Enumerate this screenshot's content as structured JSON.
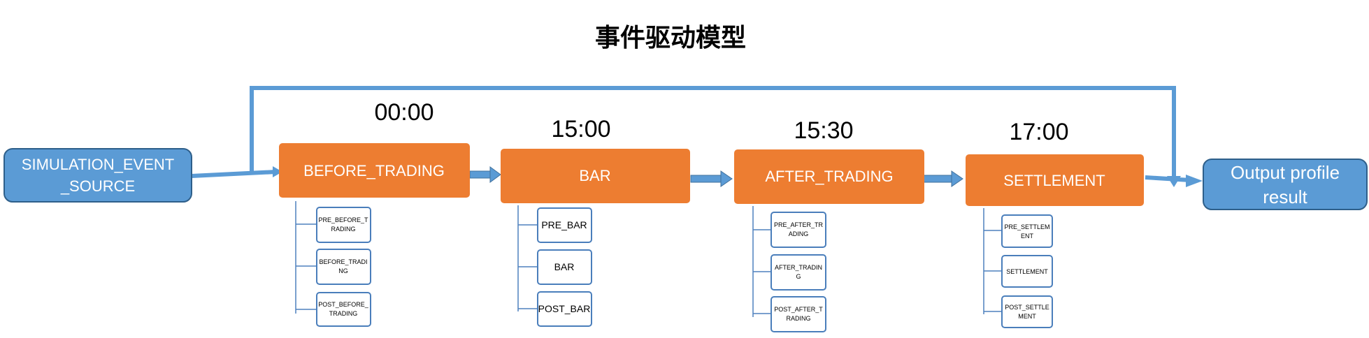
{
  "title": "事件驱动模型",
  "source_node": {
    "label_line1": "SIMULATION_EVENT",
    "label_line2": "_SOURCE"
  },
  "output_node": {
    "label_line1": "Output profile",
    "label_line2": "result"
  },
  "stages": [
    {
      "time": "00:00",
      "label": "BEFORE_TRADING",
      "events": [
        {
          "line1": "PRE_BEFORE_T",
          "line2": "RADING"
        },
        {
          "line1": "BEFORE_TRADI",
          "line2": "NG"
        },
        {
          "line1": "POST_BEFORE_",
          "line2": "TRADING"
        }
      ]
    },
    {
      "time": "15:00",
      "label": "BAR",
      "events": [
        {
          "line1": "PRE_BAR",
          "line2": ""
        },
        {
          "line1": "BAR",
          "line2": ""
        },
        {
          "line1": "POST_BAR",
          "line2": ""
        }
      ]
    },
    {
      "time": "15:30",
      "label": "AFTER_TRADING",
      "events": [
        {
          "line1": "PRE_AFTER_TR",
          "line2": "ADING"
        },
        {
          "line1": "AFTER_TRADIN",
          "line2": "G"
        },
        {
          "line1": "POST_AFTER_T",
          "line2": "RADING"
        }
      ]
    },
    {
      "time": "17:00",
      "label": "SETTLEMENT",
      "events": [
        {
          "line1": "PRE_SETTLEM",
          "line2": "ENT"
        },
        {
          "line1": "SETTLEMENT",
          "line2": ""
        },
        {
          "line1": "POST_SETTLE",
          "line2": "MENT"
        }
      ]
    }
  ],
  "colors": {
    "orange": "#ed7d31",
    "blue_fill": "#5b9bd5",
    "blue_border": "#2e5f8a",
    "connector": "#5b9bd5",
    "tree_line": "#4f81bd",
    "sub_border": "#4a7ebb",
    "white": "#ffffff",
    "black": "#000000"
  }
}
